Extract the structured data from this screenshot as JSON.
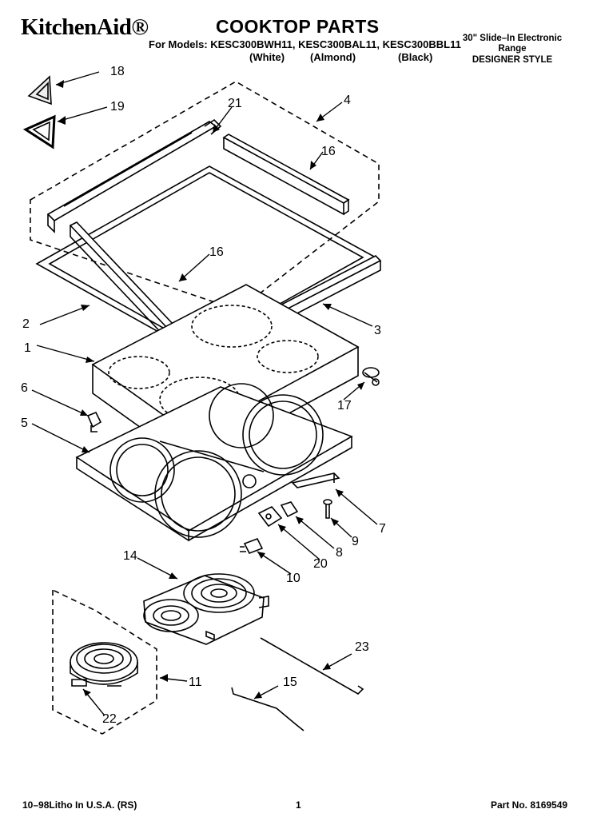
{
  "header": {
    "brand": "KitchenAid®",
    "title": "COOKTOP PARTS",
    "models_line": "For Models: KESC300BWH11, KESC300BAL11, KESC300BBL11",
    "colors": [
      "(White)",
      "(Almond)",
      "(Black)"
    ],
    "range_line1": "30\" Slide–In Electronic",
    "range_line2": "Range",
    "range_line3": "DESIGNER STYLE"
  },
  "callouts": [
    "18",
    "19",
    "21",
    "4",
    "16",
    "16",
    "2",
    "3",
    "1",
    "17",
    "6",
    "5",
    "7",
    "9",
    "8",
    "20",
    "10",
    "14",
    "23",
    "11",
    "15",
    "22"
  ],
  "footer": {
    "litho": "10–98Litho In U.S.A. (RS)",
    "page": "1",
    "part_no": "Part No. 8169549"
  }
}
